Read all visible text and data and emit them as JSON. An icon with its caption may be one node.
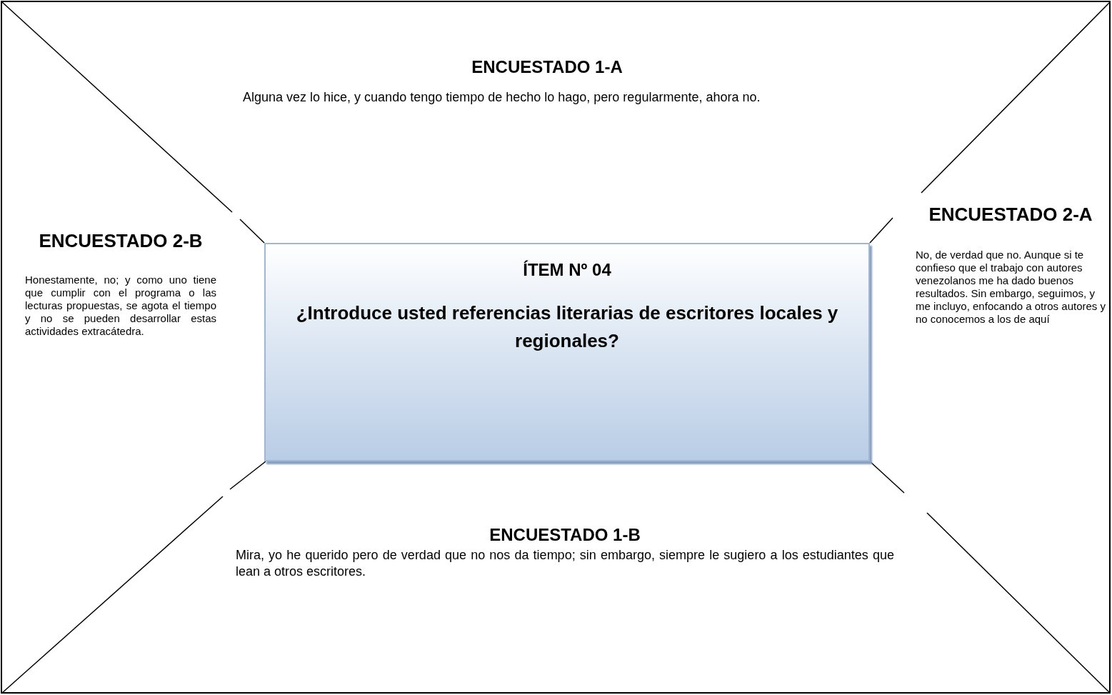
{
  "diagram": {
    "nodes": [
      {
        "text": [
          "ÍTEM Nº 04",
          "¿Introduce usted referencias literarias de escritores locales y regionales?"
        ]
      },
      {
        "text": [
          "ENCUESTADO 1-A",
          "Alguna vez lo hice, y cuando tengo tiempo de hecho lo hago, pero regularmente, ahora no."
        ]
      },
      {
        "text": [
          "ENCUESTADO 2-B",
          "Honestamente, no; y como uno tiene que cumplir con el programa o las lecturas propuestas, se agota el tiempo y no se pueden desarrollar estas actividades extracátedra."
        ]
      },
      {
        "text": [
          "ENCUESTADO 2-A",
          "No, de verdad que no. Aunque si te confieso que el trabajo con autores venezolanos me ha dado buenos resultados. Sin embargo, seguimos, y me incluyo, enfocando a otros autores y no conocemos a los de aquí"
        ]
      },
      {
        "text": [
          "ENCUESTADO 1-B",
          "Mira, yo he querido pero de verdad que no nos da tiempo; sin embargo, siempre le sugiero a los estudiantes que lean a otros escritores."
        ]
      }
    ]
  }
}
